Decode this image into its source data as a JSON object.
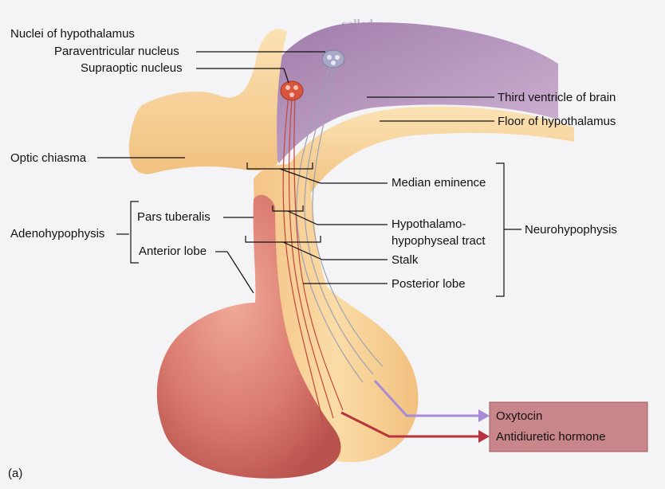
{
  "labels": {
    "nuclei_of_hypothalamus": "Nuclei of hypothalamus",
    "paraventricular_nucleus": "Paraventricular nucleus",
    "supraoptic_nucleus": "Supraoptic nucleus",
    "third_ventricle": "Third ventricle of brain",
    "floor_of_hypothalamus": "Floor of hypothalamus",
    "optic_chiasma": "Optic chiasma",
    "median_eminence": "Median eminence",
    "pars_tuberalis": "Pars tuberalis",
    "adenohypophysis": "Adenohypophysis",
    "anterior_lobe": "Anterior lobe",
    "tract_line1": "Hypothalamo-",
    "tract_line2": "hypophyseal tract",
    "neurohypophysis": "Neurohypophysis",
    "stalk": "Stalk",
    "posterior_lobe": "Posterior lobe",
    "oxytocin": "Oxytocin",
    "antidiuretic_hormone": "Antidiuretic hormone",
    "panel": "(a)"
  },
  "colors": {
    "background": "#f4f4f7",
    "brain_tissue": "#f7cf8f",
    "third_ventricle": "#b890bc",
    "anterior_lobe": "#d97a6e",
    "hormone_box": "#c9868a",
    "oxytocin_arrow": "#a88ad6",
    "adh_arrow": "#b8343c",
    "supraoptic_nucleus": "#d9553e",
    "paraventricular_nucleus": "#a7a9c6"
  }
}
